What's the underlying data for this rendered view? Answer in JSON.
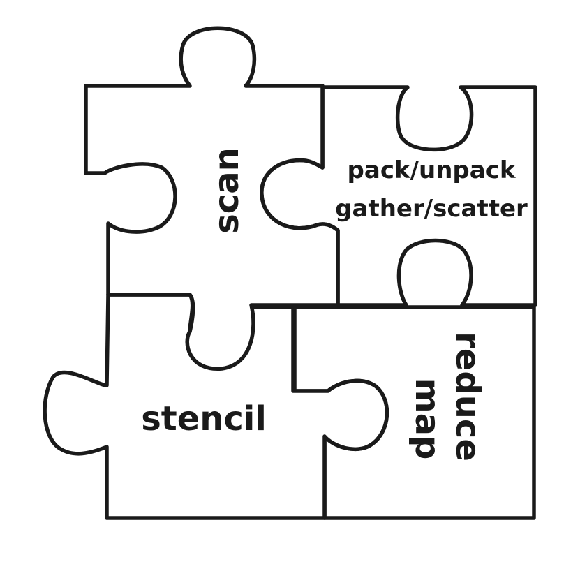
{
  "puzzle": {
    "pieces": {
      "scan": {
        "label": "scan"
      },
      "pack": {
        "line1": "pack/unpack",
        "line2": "gather/scatter"
      },
      "stencil": {
        "label": "stencil"
      },
      "mapreduce": {
        "map": "map",
        "reduce": "reduce"
      }
    },
    "colors": {
      "outline": "#1a1a1a",
      "fill": "#ffffff"
    }
  }
}
